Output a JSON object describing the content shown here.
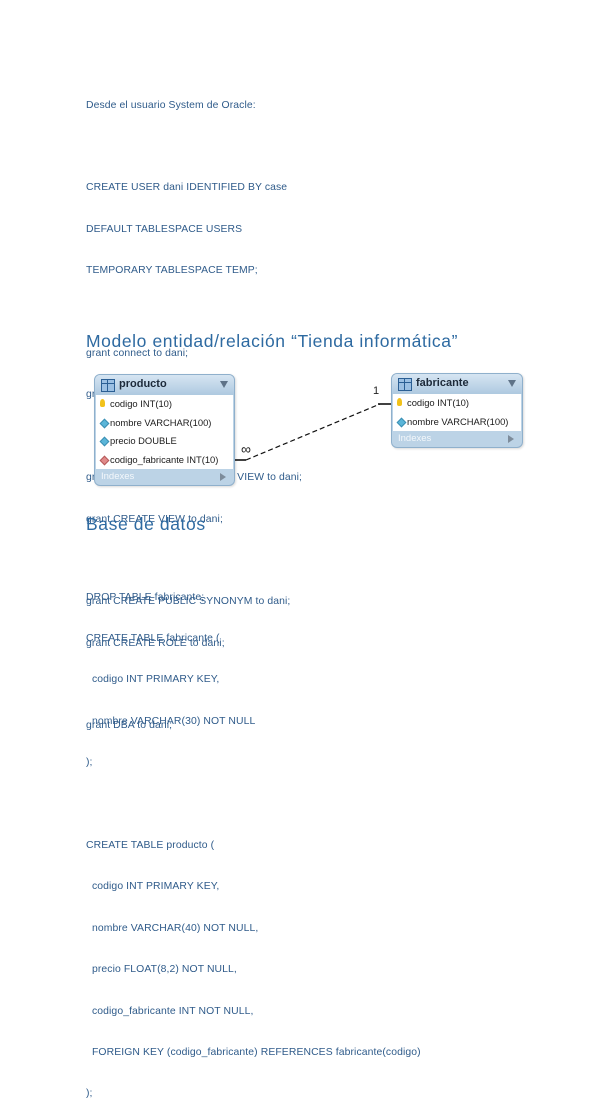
{
  "intro": {
    "lines": [
      "Desde el usuario System de Oracle:",
      "",
      "CREATE USER dani IDENTIFIED BY case",
      "DEFAULT TABLESPACE USERS",
      "TEMPORARY TABLESPACE TEMP;",
      "",
      "grant connect to dani;",
      "grant resource to dani;",
      "",
      "grant CREATE MATERIALIZED VIEW to dani;",
      "grant CREATE VIEW to dani;",
      "",
      "grant CREATE PUBLIC SYNONYM to dani;",
      "grant CREATE ROLE to dani;",
      "",
      "grant DBA to dani;"
    ]
  },
  "headings": {
    "model": "Modelo entidad/relación “Tienda informática”",
    "db": "Base de datos"
  },
  "diagram": {
    "producto": {
      "title": "producto",
      "columns": [
        {
          "text": "codigo INT(10)",
          "icon": "primary-key-icon"
        },
        {
          "text": "nombre VARCHAR(100)",
          "icon": "column-diamond-icon"
        },
        {
          "text": "precio DOUBLE",
          "icon": "column-diamond-icon"
        },
        {
          "text": "codigo_fabricante INT(10)",
          "icon": "foreign-key-icon"
        }
      ],
      "footer": "Indexes"
    },
    "fabricante": {
      "title": "fabricante",
      "columns": [
        {
          "text": "codigo INT(10)",
          "icon": "primary-key-icon"
        },
        {
          "text": "nombre VARCHAR(100)",
          "icon": "column-diamond-icon"
        }
      ],
      "footer": "Indexes"
    },
    "relationship": {
      "many": "∞",
      "one": "1"
    },
    "colors": {
      "header": "#aec9e0",
      "accent": "#2e6aa1"
    }
  },
  "sql": {
    "lines": [
      "DROP TABLE fabricante;",
      "CREATE TABLE fabricante (",
      "  codigo INT PRIMARY KEY,",
      "  nombre VARCHAR(30) NOT NULL",
      ");",
      "",
      "CREATE TABLE producto (",
      "  codigo INT PRIMARY KEY,",
      "  nombre VARCHAR(40) NOT NULL,",
      "  precio FLOAT(8,2) NOT NULL,",
      "  codigo_fabricante INT NOT NULL,",
      "  FOREIGN KEY (codigo_fabricante) REFERENCES fabricante(codigo)",
      ");"
    ]
  }
}
